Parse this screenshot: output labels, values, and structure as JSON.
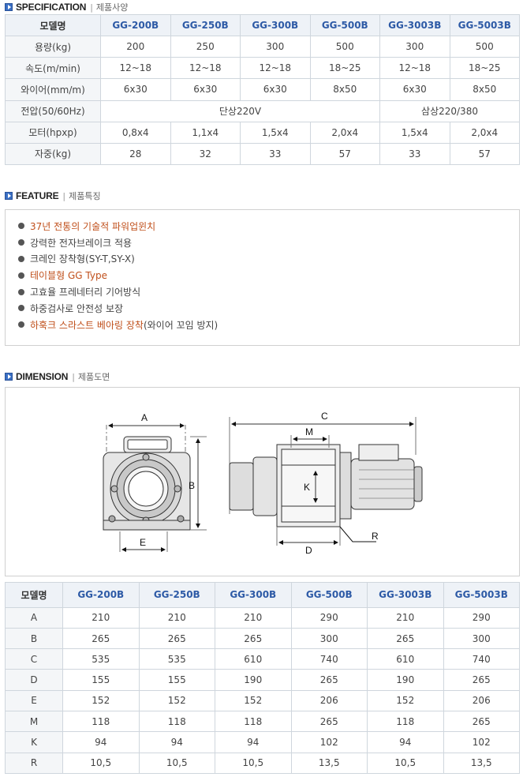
{
  "specification": {
    "title": "SPECIFICATION",
    "subtitle": "제품사양",
    "header": [
      "모델명",
      "GG-200B",
      "GG-250B",
      "GG-300B",
      "GG-500B",
      "GG-3003B",
      "GG-5003B"
    ],
    "rows": [
      {
        "label": "용량(kg)",
        "values": [
          "200",
          "250",
          "300",
          "500",
          "300",
          "500"
        ]
      },
      {
        "label": "속도(m/min)",
        "values": [
          "12~18",
          "12~18",
          "12~18",
          "18~25",
          "12~18",
          "18~25"
        ]
      },
      {
        "label": "와이어(mm/m)",
        "values": [
          "6x30",
          "6x30",
          "6x30",
          "8x50",
          "6x30",
          "8x50"
        ]
      },
      {
        "label": "전압(50/60Hz)",
        "single_phase": "단상220V",
        "three_phase": "삼상220/380"
      },
      {
        "label": "모터(hpxp)",
        "values": [
          "0,8x4",
          "1,1x4",
          "1,5x4",
          "2,0x4",
          "1,5x4",
          "2,0x4"
        ]
      },
      {
        "label": "자중(kg)",
        "values": [
          "28",
          "32",
          "33",
          "57",
          "33",
          "57"
        ]
      }
    ]
  },
  "feature": {
    "title": "FEATURE",
    "subtitle": "제품특징",
    "items": [
      {
        "text": "37년 전통의 기술적 파워업윈치",
        "suffix": "",
        "highlight": true
      },
      {
        "text": "강력한 전자브레이크 적용",
        "suffix": "",
        "highlight": false
      },
      {
        "text": "크레인 장착형(SY-T,SY-X)",
        "suffix": "",
        "highlight": false
      },
      {
        "text": "테이블형 GG Type",
        "suffix": "",
        "highlight": true
      },
      {
        "text": "고효율 프레네터리 기어방식",
        "suffix": "",
        "highlight": false
      },
      {
        "text": "하중검사로 안전성 보장",
        "suffix": "",
        "highlight": false
      },
      {
        "text": "하훅크 스라스트 베아링 장착",
        "suffix": "(와이어 꼬임 방지)",
        "highlight": true
      }
    ]
  },
  "dimension": {
    "title": "DIMENSION",
    "subtitle": "제품도면",
    "drawing_labels": {
      "A": "A",
      "B": "B",
      "C": "C",
      "D": "D",
      "E": "E",
      "M": "M",
      "K": "K",
      "R": "R"
    },
    "header": [
      "모델명",
      "GG-200B",
      "GG-250B",
      "GG-300B",
      "GG-500B",
      "GG-3003B",
      "GG-5003B"
    ],
    "rows": [
      {
        "label": "A",
        "values": [
          "210",
          "210",
          "210",
          "290",
          "210",
          "290"
        ]
      },
      {
        "label": "B",
        "values": [
          "265",
          "265",
          "265",
          "300",
          "265",
          "300"
        ]
      },
      {
        "label": "C",
        "values": [
          "535",
          "535",
          "610",
          "740",
          "610",
          "740"
        ]
      },
      {
        "label": "D",
        "values": [
          "155",
          "155",
          "190",
          "265",
          "190",
          "265"
        ]
      },
      {
        "label": "E",
        "values": [
          "152",
          "152",
          "152",
          "206",
          "152",
          "206"
        ]
      },
      {
        "label": "M",
        "values": [
          "118",
          "118",
          "118",
          "265",
          "118",
          "265"
        ]
      },
      {
        "label": "K",
        "values": [
          "94",
          "94",
          "94",
          "102",
          "94",
          "102"
        ]
      },
      {
        "label": "R",
        "values": [
          "10,5",
          "10,5",
          "10,5",
          "13,5",
          "10,5",
          "13,5"
        ]
      }
    ]
  },
  "colors": {
    "accent": "#2d5aa6",
    "highlight": "#c0501c",
    "header_bg": "#eef2f7",
    "border": "#cfd6dd"
  }
}
